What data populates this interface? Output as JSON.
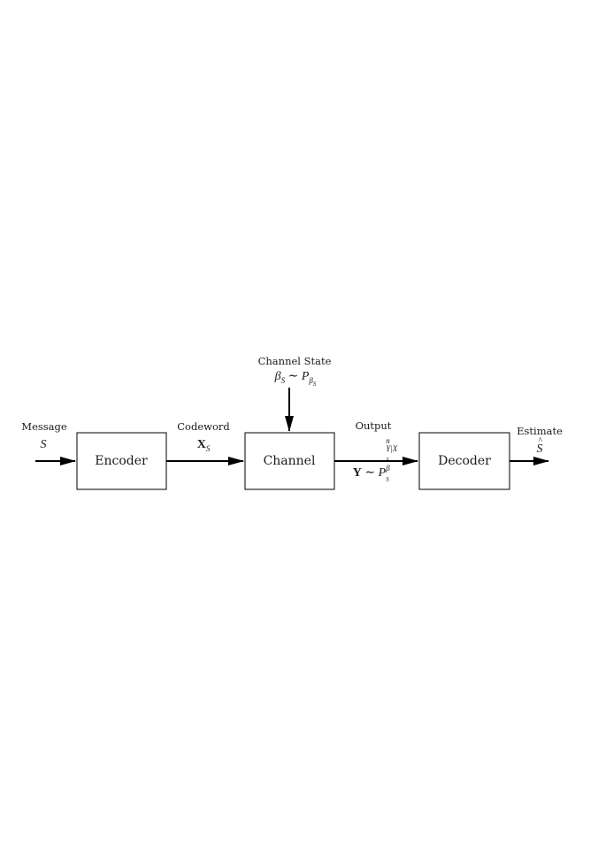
{
  "diagram": {
    "nodes": {
      "encoder": {
        "label": "Encoder"
      },
      "channel": {
        "label": "Channel"
      },
      "decoder": {
        "label": "Decoder"
      }
    },
    "edges": {
      "message": {
        "title": "Message",
        "symbol": "S"
      },
      "codeword": {
        "title": "Codeword",
        "symbol": "X",
        "symbol_sub": "S"
      },
      "channel_state": {
        "title": "Channel State",
        "symbol": "β",
        "symbol_sub": "S",
        "relation": "∼",
        "dist": "P",
        "dist_sub": "β",
        "dist_sub_sub": "S"
      },
      "output": {
        "title": "Output",
        "symbol": "Y",
        "relation": "∼",
        "dist": "P",
        "dist_sup": "n",
        "dist_sub": "Y|X",
        "dist_sub_x": "S",
        "dist_sub_beta": "β",
        "dist_sub_beta_sub": "S"
      },
      "estimate": {
        "title": "Estimate",
        "symbol": "S"
      }
    }
  }
}
